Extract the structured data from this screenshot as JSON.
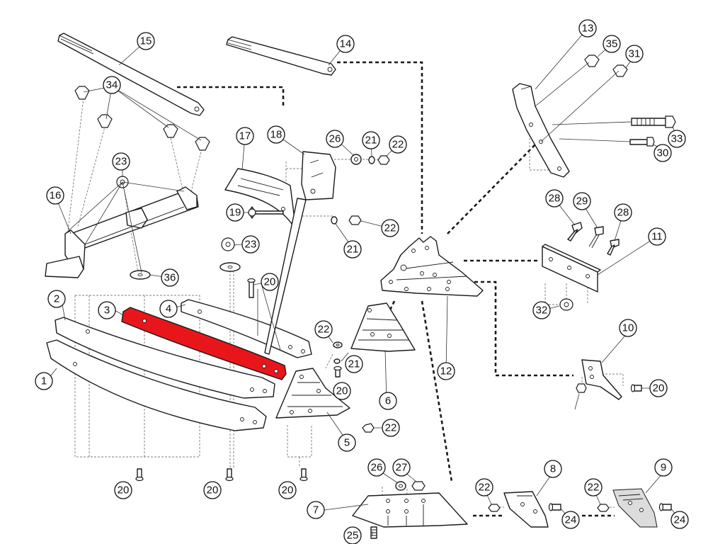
{
  "highlight_color": "#e8161b",
  "highlighted_part": "3",
  "callouts": {
    "c1": "1",
    "c2": "2",
    "c3": "3",
    "c4": "4",
    "c5": "5",
    "c6": "6",
    "c7": "7",
    "c8": "8",
    "c9": "9",
    "c10": "10",
    "c11": "11",
    "c12": "12",
    "c13": "13",
    "c14": "14",
    "c15": "15",
    "c16": "16",
    "c17": "17",
    "c18": "18",
    "c19": "19",
    "c20a": "20",
    "c20b": "20",
    "c20c": "20",
    "c20d": "20",
    "c20e": "20",
    "c20f": "20",
    "c21a": "21",
    "c21b": "21",
    "c21c": "21",
    "c22a": "22",
    "c22b": "22",
    "c22c": "22",
    "c22d": "22",
    "c22e": "22",
    "c22f": "22",
    "c23a": "23",
    "c23b": "23",
    "c24a": "24",
    "c24b": "24",
    "c25": "25",
    "c26a": "26",
    "c26b": "26",
    "c27": "27",
    "c28a": "28",
    "c28b": "28",
    "c29": "29",
    "c30": "30",
    "c31": "31",
    "c32": "32",
    "c33": "33",
    "c34": "34",
    "c35": "35",
    "c36": "36"
  }
}
